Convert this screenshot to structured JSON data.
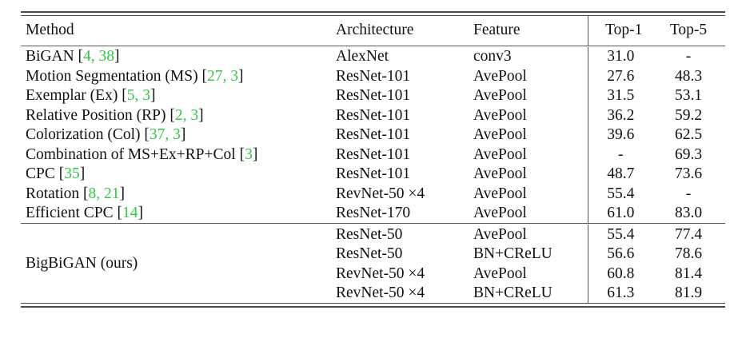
{
  "table": {
    "columns": [
      "Method",
      "Architecture",
      "Feature",
      "Top-1",
      "Top-5"
    ],
    "headers": {
      "method": "Method",
      "architecture": "Architecture",
      "feature": "Feature",
      "top1": "Top-1",
      "top5": "Top-5"
    },
    "accent_color": "#2ecc40",
    "rule_color": "#4a4a4a",
    "rows": [
      {
        "method_name": "BiGAN",
        "citations": "[4, 38]",
        "cite_numbers": "4, 38",
        "architecture": "AlexNet",
        "feature": "conv3",
        "top1": "31.0",
        "top5": "-"
      },
      {
        "method_name": "Motion Segmentation (MS)",
        "citations": "[27, 3]",
        "cite_numbers": "27, 3",
        "architecture": "ResNet-101",
        "feature": "AvePool",
        "top1": "27.6",
        "top5": "48.3"
      },
      {
        "method_name": "Exemplar (Ex)",
        "citations": "[5, 3]",
        "cite_numbers": "5, 3",
        "architecture": "ResNet-101",
        "feature": "AvePool",
        "top1": "31.5",
        "top5": "53.1"
      },
      {
        "method_name": "Relative Position (RP)",
        "citations": "[2, 3]",
        "cite_numbers": "2, 3",
        "architecture": "ResNet-101",
        "feature": "AvePool",
        "top1": "36.2",
        "top5": "59.2"
      },
      {
        "method_name": "Colorization (Col)",
        "citations": "[37, 3]",
        "cite_numbers": "37, 3",
        "architecture": "ResNet-101",
        "feature": "AvePool",
        "top1": "39.6",
        "top5": "62.5"
      },
      {
        "method_name": "Combination of MS+Ex+RP+Col",
        "citations": "[3]",
        "cite_numbers": "3",
        "architecture": "ResNet-101",
        "feature": "AvePool",
        "top1": "-",
        "top5": "69.3"
      },
      {
        "method_name": "CPC",
        "citations": "[35]",
        "cite_numbers": "35",
        "architecture": "ResNet-101",
        "feature": "AvePool",
        "top1": "48.7",
        "top5": "73.6"
      },
      {
        "method_name": "Rotation",
        "citations": "[8, 21]",
        "cite_numbers": "8, 21",
        "architecture": "RevNet-50 ×4",
        "feature": "AvePool",
        "top1": "55.4",
        "top5": "-"
      },
      {
        "method_name": "Efficient CPC",
        "citations": "[14]",
        "cite_numbers": "14",
        "architecture": "ResNet-170",
        "feature": "AvePool",
        "top1": "61.0",
        "top5": "83.0"
      }
    ],
    "ours": {
      "label": "BigBiGAN (ours)",
      "rows": [
        {
          "architecture": "ResNet-50",
          "feature": "AvePool",
          "top1": "55.4",
          "top5": "77.4"
        },
        {
          "architecture": "ResNet-50",
          "feature": "BN+CReLU",
          "top1": "56.6",
          "top5": "78.6"
        },
        {
          "architecture": "RevNet-50 ×4",
          "feature": "AvePool",
          "top1": "60.8",
          "top5": "81.4"
        },
        {
          "architecture": "RevNet-50 ×4",
          "feature": "BN+CReLU",
          "top1": "61.3",
          "top5": "81.9"
        }
      ]
    }
  }
}
